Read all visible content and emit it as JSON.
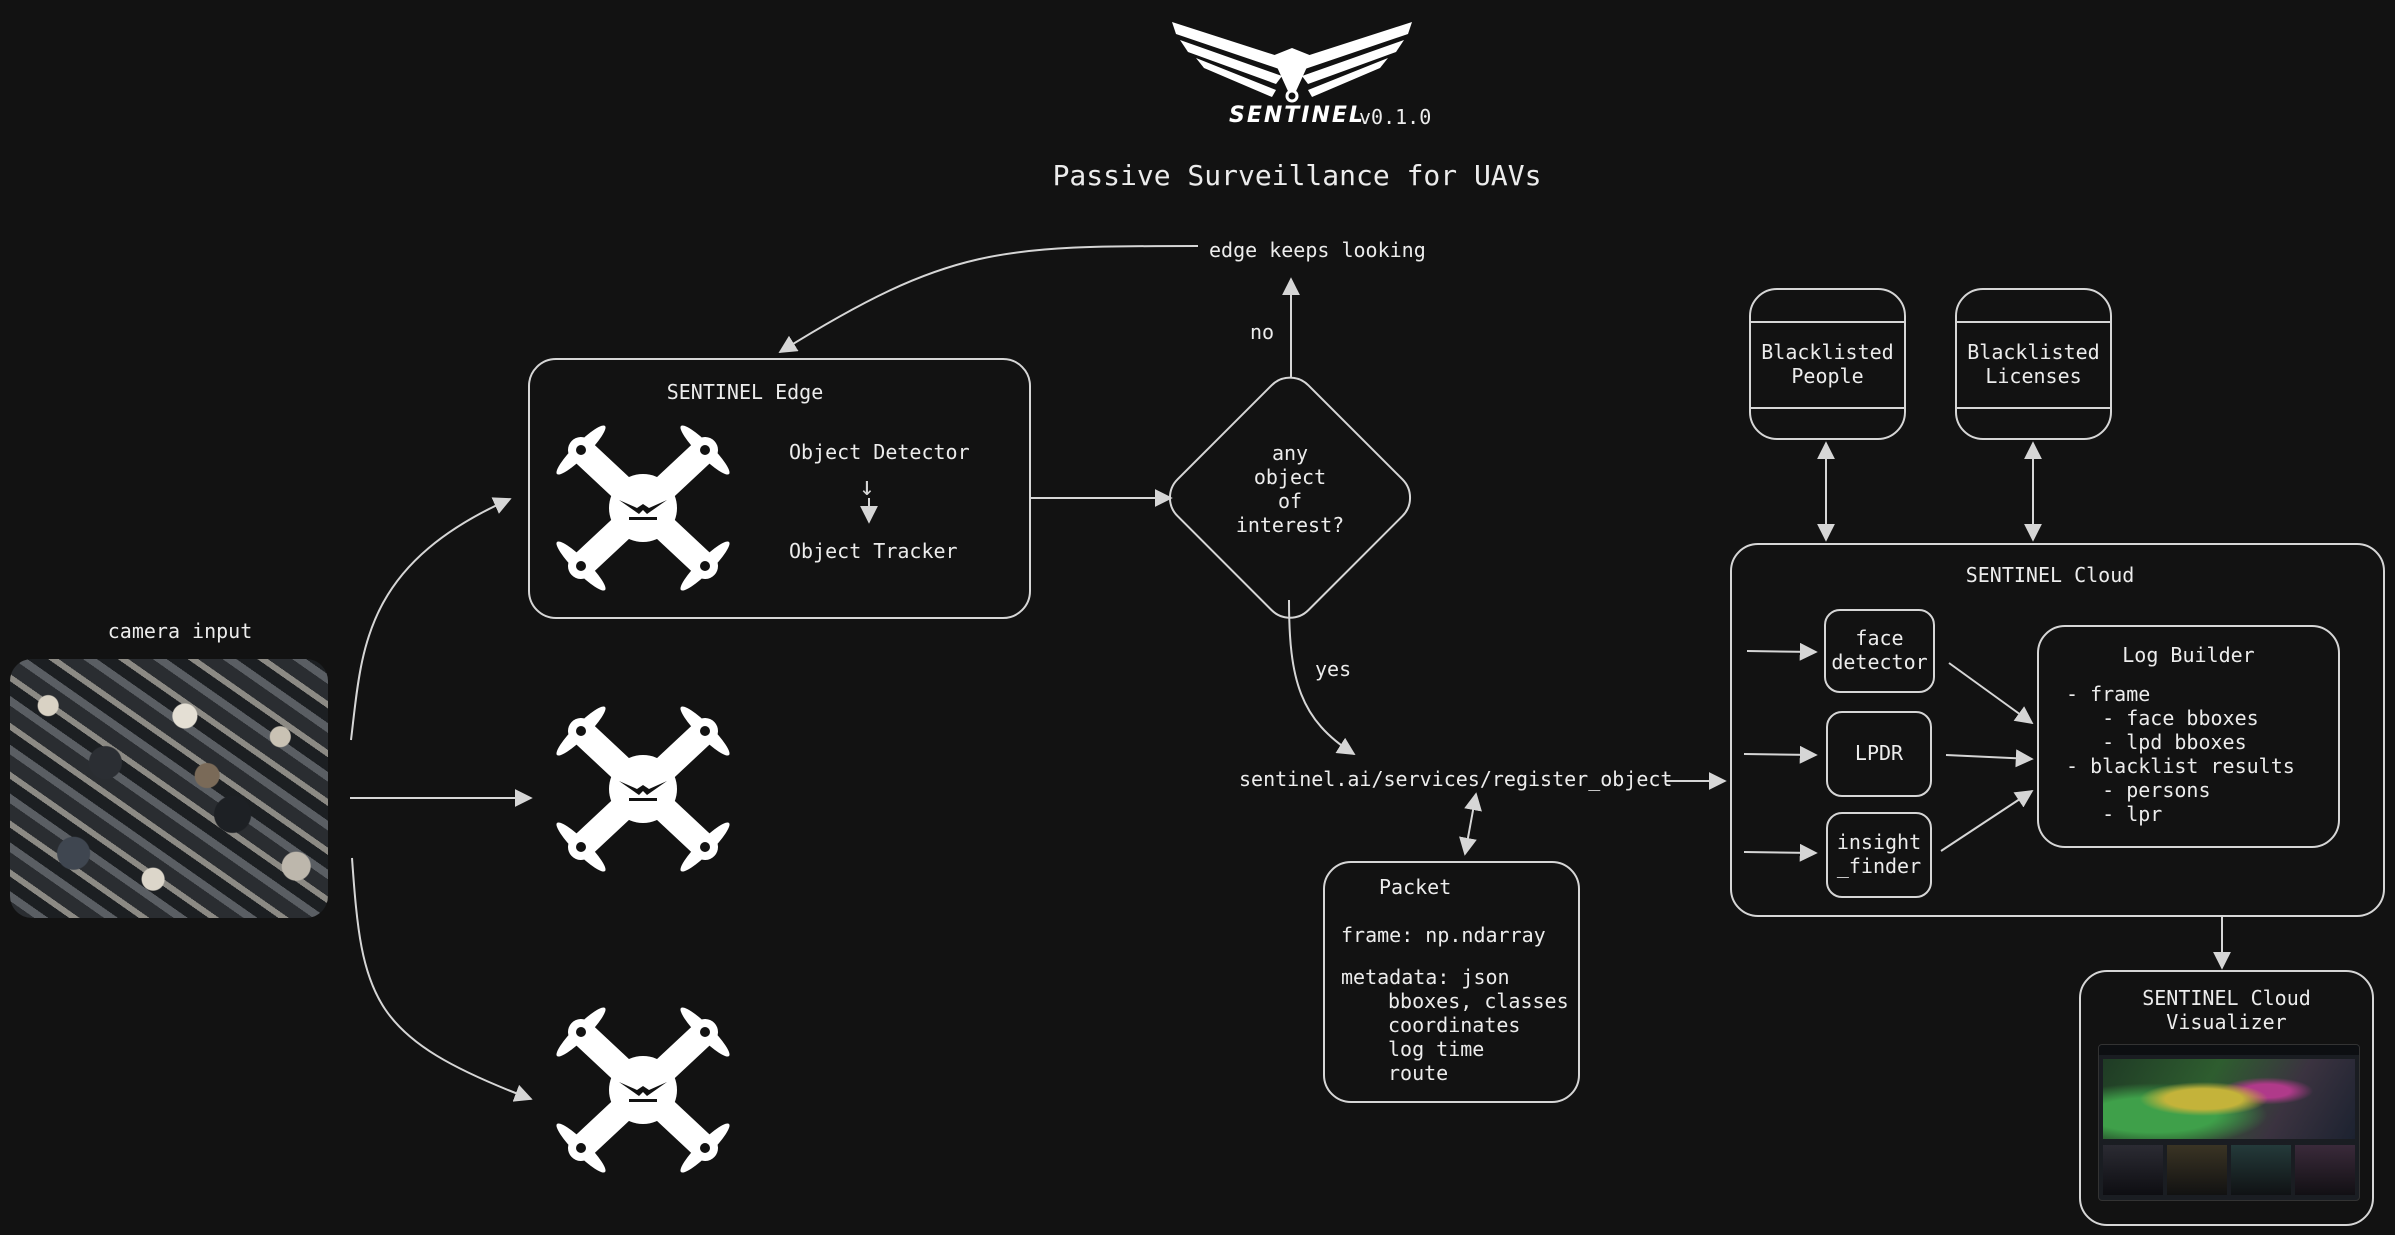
{
  "header": {
    "brand": "SENTINEL",
    "version": "v0.1.0",
    "subtitle": "Passive Surveillance for UAVs"
  },
  "camera": {
    "label": "camera input"
  },
  "edge": {
    "title": "SENTINEL Edge",
    "detector": "Object Detector",
    "tracker": "Object Tracker",
    "drone_badge": "SENTINEL"
  },
  "decision": {
    "question": "any\nobject\nof\ninterest?",
    "no": "no",
    "yes": "yes",
    "loop_text": "edge keeps looking"
  },
  "endpoint": "sentinel.ai/services/register_object",
  "packet": {
    "title": "Packet",
    "frame": "frame: np.ndarray",
    "metadata": "metadata: json",
    "fields": [
      "bboxes, classes",
      "coordinates",
      "log time",
      "route"
    ]
  },
  "blacklists": {
    "people": "Blacklisted\nPeople",
    "licenses": "Blacklisted\nLicenses"
  },
  "cloud": {
    "title": "SENTINEL Cloud",
    "modules": [
      "face\ndetector",
      "LPDR",
      "insight\n_finder"
    ],
    "log_builder": {
      "title": "Log Builder",
      "lines": [
        "- frame",
        "   - face bboxes",
        "   - lpd bboxes",
        "- blacklist results",
        "   - persons",
        "   - lpr"
      ]
    }
  },
  "visualizer": {
    "title": "SENTINEL Cloud\nVisualizer"
  },
  "colors": {
    "background": "#121212",
    "stroke": "#d6d6d6",
    "text": "#ececec"
  }
}
